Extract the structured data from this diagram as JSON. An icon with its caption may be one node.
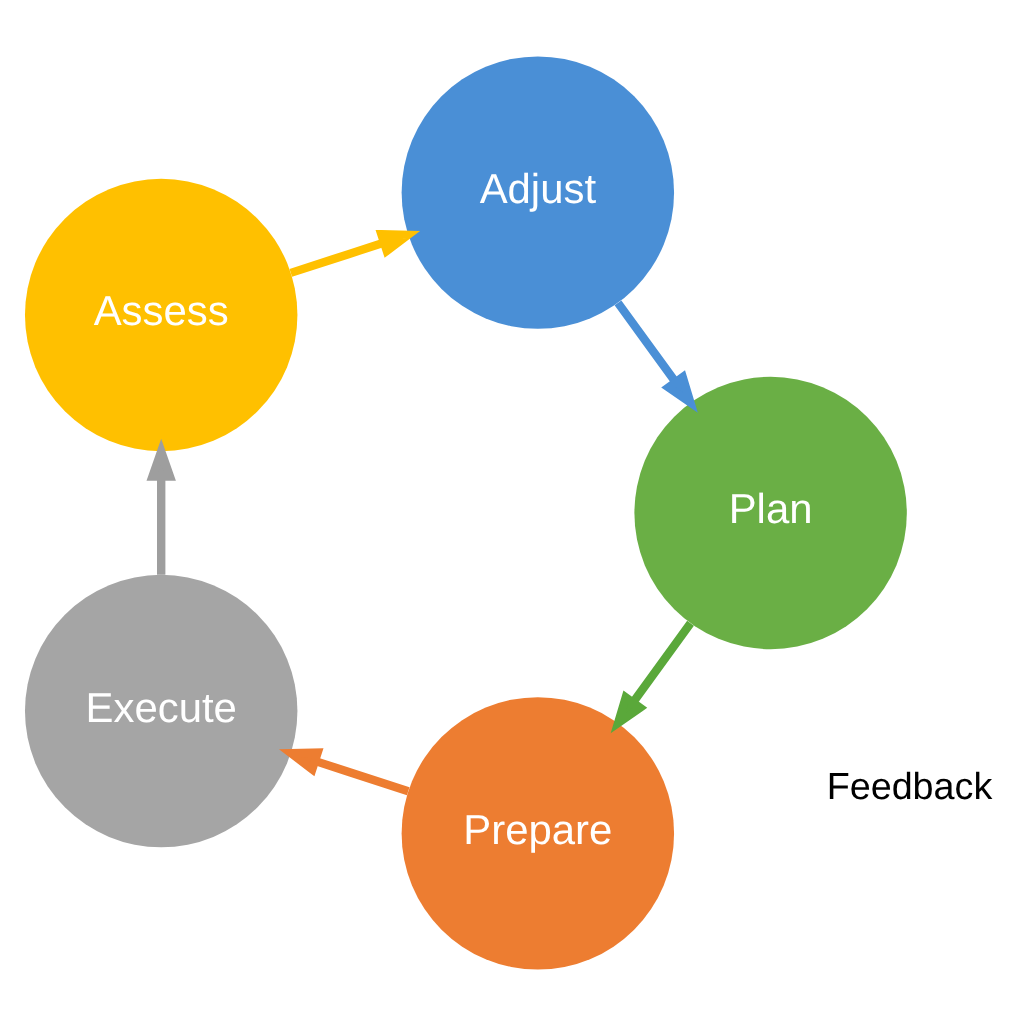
{
  "diagram": {
    "nodes": [
      {
        "text": [
          "Prepare"
        ]
      },
      {
        "text": [
          "Execute"
        ]
      },
      {
        "text": [
          "Assess"
        ]
      },
      {
        "text": [
          "Adjust"
        ]
      },
      {
        "text": [
          "Plan"
        ]
      }
    ],
    "edges": [
      {
        "from": 4,
        "to": 0,
        "arrow": "to",
        "color": "#5aa83a"
      },
      {
        "from": 0,
        "to": 1,
        "arrow": "to",
        "color": "#ed7d31"
      },
      {
        "from": 1,
        "to": 2,
        "arrow": "to",
        "color": "#9e9e9e"
      },
      {
        "from": 2,
        "to": 3,
        "arrow": "to",
        "color": "#ffc000"
      },
      {
        "from": 3,
        "to": 4,
        "arrow": "to",
        "color": "#4a8fd6"
      }
    ],
    "labels": [
      "Feedback"
    ]
  }
}
